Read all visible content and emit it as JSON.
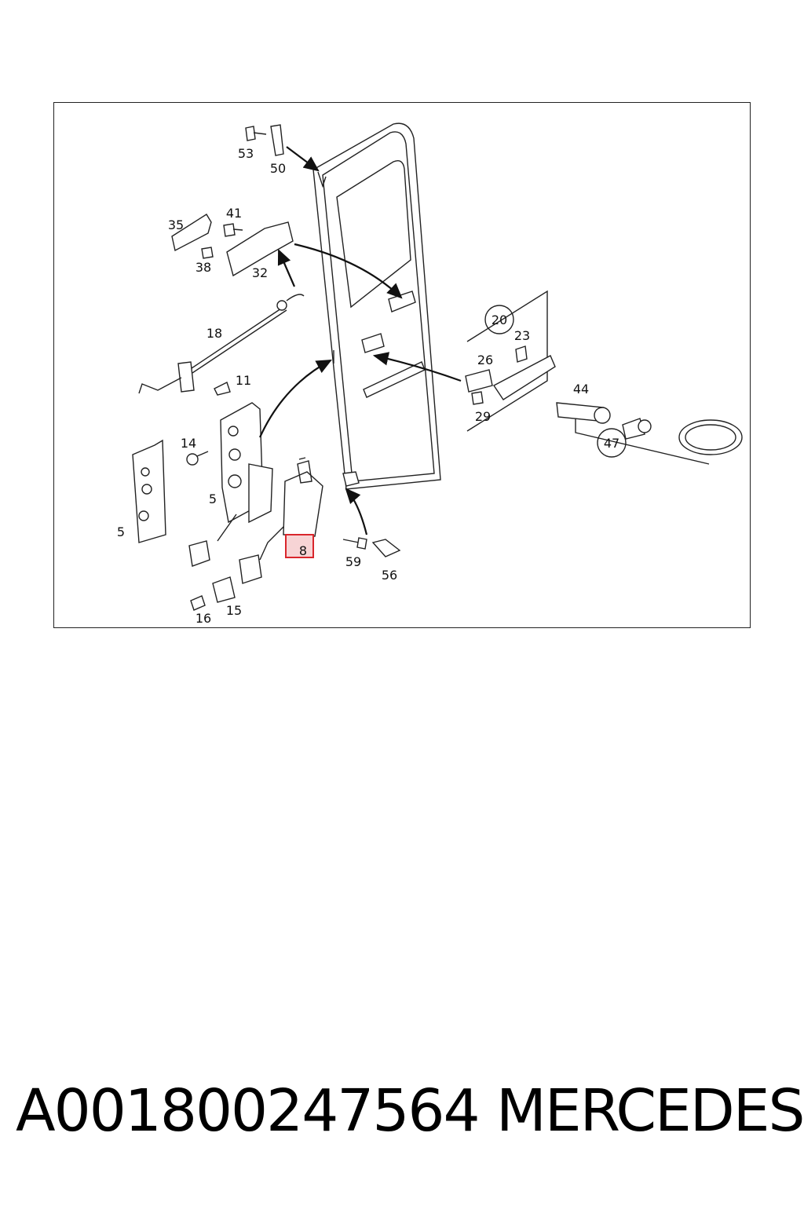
{
  "diagram": {
    "labels": [
      "53",
      "50",
      "35",
      "41",
      "38",
      "32",
      "18",
      "11",
      "14",
      "5",
      "5",
      "16",
      "15",
      "8",
      "59",
      "56",
      "20",
      "23",
      "26",
      "29",
      "44",
      "47"
    ],
    "highlight_label": "8",
    "highlight_color": "#d9262c"
  },
  "caption": {
    "part_number": "A001800247564",
    "brand": "MERCEDES"
  }
}
